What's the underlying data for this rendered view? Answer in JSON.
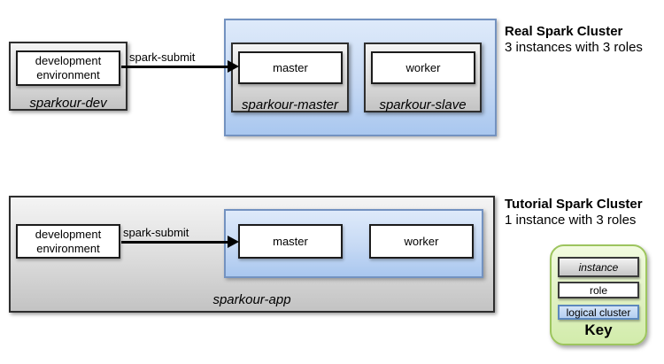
{
  "top_diagram": {
    "heading": "Real Spark Cluster",
    "subheading": "3 instances with 3 roles",
    "dev_instance": {
      "role": "development environment",
      "name": "sparkour-dev"
    },
    "arrow_label": "spark-submit",
    "cluster_instances": [
      {
        "role": "master",
        "name": "sparkour-master"
      },
      {
        "role": "worker",
        "name": "sparkour-slave"
      }
    ]
  },
  "bottom_diagram": {
    "heading": "Tutorial Spark Cluster",
    "subheading": "1 instance with 3 roles",
    "instance_name": "sparkour-app",
    "dev_role": "development environment",
    "arrow_label": "spark-submit",
    "cluster_roles": [
      "master",
      "worker"
    ]
  },
  "key": {
    "title": "Key",
    "instance_label": "instance",
    "role_label": "role",
    "cluster_label": "logical cluster"
  },
  "colors": {
    "instance_fill_top": "#f4f4f4",
    "instance_fill_bottom": "#c3c3c3",
    "instance_border": "#2e2e2e",
    "cluster_fill_top": "#deeafa",
    "cluster_fill_bottom": "#a9c7ef",
    "cluster_border": "#7392c0",
    "key_fill_top": "#f2fbe0",
    "key_fill_bottom": "#d2ecab",
    "key_border": "#9dc55e",
    "arrow": "#000000",
    "background": "#ffffff"
  }
}
